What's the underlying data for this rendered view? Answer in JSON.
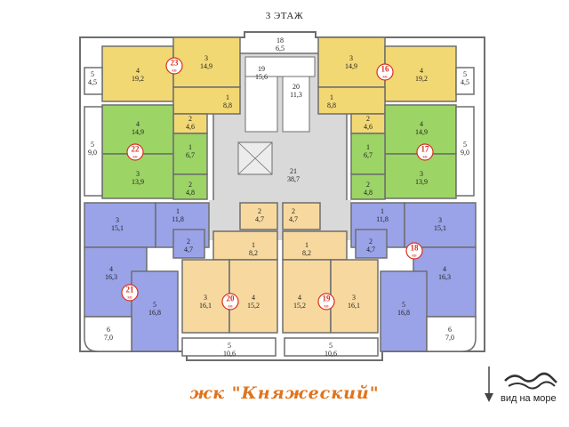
{
  "floor_title": "3 ЭТАЖ",
  "complex_name": "жк \"Княжеский\"",
  "sea_view_caption": "вид на море",
  "colors": {
    "apt_yellow": "#f2d873",
    "apt_green": "#9cd466",
    "apt_blue": "#9aa3e8",
    "apt_orange": "#f7d9a0",
    "common_gray": "#d9d9d9",
    "wall": "#6e6e6e",
    "marker_red": "#d9301e",
    "title_orange": "#e0731b"
  },
  "rooms": [
    {
      "id": "r18",
      "num": "18",
      "area": "6,5"
    },
    {
      "id": "r19",
      "num": "19",
      "area": "15,6"
    },
    {
      "id": "r20",
      "num": "20",
      "area": "11,3"
    },
    {
      "id": "r21",
      "num": "21",
      "area": "38,7"
    },
    {
      "id": "l5a",
      "num": "5",
      "area": "4,5"
    },
    {
      "id": "l4a",
      "num": "4",
      "area": "19,2"
    },
    {
      "id": "l3a",
      "num": "3",
      "area": "14,9"
    },
    {
      "id": "l1a",
      "num": "1",
      "area": "8,8"
    },
    {
      "id": "l2a",
      "num": "2",
      "area": "4,6"
    },
    {
      "id": "l5b",
      "num": "5",
      "area": "9,0"
    },
    {
      "id": "l4b",
      "num": "4",
      "area": "14,9"
    },
    {
      "id": "l3b",
      "num": "3",
      "area": "13,9"
    },
    {
      "id": "l1b",
      "num": "1",
      "area": "6,7"
    },
    {
      "id": "l2b",
      "num": "2",
      "area": "4,8"
    },
    {
      "id": "l3c",
      "num": "3",
      "area": "15,1"
    },
    {
      "id": "l4c",
      "num": "4",
      "area": "16,3"
    },
    {
      "id": "l1c",
      "num": "1",
      "area": "11,8"
    },
    {
      "id": "l2c",
      "num": "2",
      "area": "4,7"
    },
    {
      "id": "l5c",
      "num": "5",
      "area": "16,8"
    },
    {
      "id": "l6c",
      "num": "6",
      "area": "7,0"
    },
    {
      "id": "m2a",
      "num": "2",
      "area": "4,7"
    },
    {
      "id": "m1a",
      "num": "1",
      "area": "8,2"
    },
    {
      "id": "m3a",
      "num": "3",
      "area": "16,1"
    },
    {
      "id": "m4a",
      "num": "4",
      "area": "15,2"
    },
    {
      "id": "m5a",
      "num": "5",
      "area": "10,6"
    },
    {
      "id": "m2b",
      "num": "2",
      "area": "4,7"
    },
    {
      "id": "m1b",
      "num": "1",
      "area": "8,2"
    },
    {
      "id": "m4b",
      "num": "4",
      "area": "15,2"
    },
    {
      "id": "m3b",
      "num": "3",
      "area": "16,1"
    },
    {
      "id": "m5b",
      "num": "5",
      "area": "10,6"
    },
    {
      "id": "r3a",
      "num": "3",
      "area": "14,9"
    },
    {
      "id": "r4a",
      "num": "4",
      "area": "19,2"
    },
    {
      "id": "r5a",
      "num": "5",
      "area": "4,5"
    },
    {
      "id": "r1a",
      "num": "1",
      "area": "8,8"
    },
    {
      "id": "r2a",
      "num": "2",
      "area": "4,6"
    },
    {
      "id": "r4b",
      "num": "4",
      "area": "14,9"
    },
    {
      "id": "r5b",
      "num": "5",
      "area": "9,0"
    },
    {
      "id": "r3b",
      "num": "3",
      "area": "13,9"
    },
    {
      "id": "r1b",
      "num": "1",
      "area": "6,7"
    },
    {
      "id": "r2b",
      "num": "2",
      "area": "4,8"
    },
    {
      "id": "r1c",
      "num": "1",
      "area": "11,8"
    },
    {
      "id": "r3c",
      "num": "3",
      "area": "15,1"
    },
    {
      "id": "r2c",
      "num": "2",
      "area": "4,7"
    },
    {
      "id": "r4c",
      "num": "4",
      "area": "16,3"
    },
    {
      "id": "r5c",
      "num": "5",
      "area": "16,8"
    },
    {
      "id": "r6c",
      "num": "6",
      "area": "7,0"
    }
  ],
  "apartments": [
    {
      "id": "a23",
      "number": "23",
      "suffix": "кв"
    },
    {
      "id": "a22",
      "number": "22",
      "suffix": "кв"
    },
    {
      "id": "a21",
      "number": "21",
      "suffix": "кв"
    },
    {
      "id": "a20",
      "number": "20",
      "suffix": "кв"
    },
    {
      "id": "a19",
      "number": "19",
      "suffix": "кв"
    },
    {
      "id": "a18",
      "number": "18",
      "suffix": "кв"
    },
    {
      "id": "a17",
      "number": "17",
      "suffix": "кв"
    },
    {
      "id": "a16",
      "number": "16",
      "suffix": "кв"
    }
  ]
}
